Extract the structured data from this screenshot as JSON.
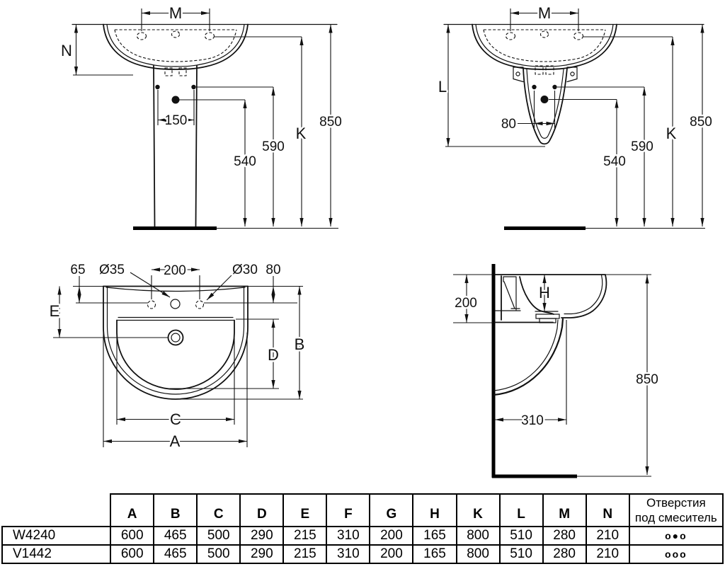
{
  "drawing": {
    "front": {
      "m": "M",
      "n": "N",
      "d150": "150",
      "d540": "540",
      "d590": "590",
      "k": "K",
      "d850": "850"
    },
    "semi": {
      "m": "M",
      "l": "L",
      "d80": "80",
      "d540": "540",
      "d590": "590",
      "k": "K",
      "d850": "850"
    },
    "top": {
      "d65": "65",
      "dia35": "Ø35",
      "d200": "200",
      "dia30": "Ø30",
      "d80": "80",
      "e": "E",
      "b": "B",
      "d": "D",
      "c": "C",
      "a": "A"
    },
    "profile": {
      "d200": "200",
      "h": "H",
      "d850": "850",
      "d310": "310"
    }
  },
  "table": {
    "col_headers": [
      "A",
      "B",
      "C",
      "D",
      "E",
      "F",
      "G",
      "H",
      "K",
      "L",
      "M",
      "N"
    ],
    "holes_header_line1": "Отверстия",
    "holes_header_line2": "под смеситель",
    "rows": [
      {
        "model": "W4240",
        "values": [
          "600",
          "465",
          "500",
          "290",
          "215",
          "310",
          "200",
          "165",
          "800",
          "510",
          "280",
          "210"
        ],
        "holes": "o●o"
      },
      {
        "model": "V1442",
        "values": [
          "600",
          "465",
          "500",
          "290",
          "215",
          "310",
          "200",
          "165",
          "800",
          "510",
          "280",
          "210"
        ],
        "holes": "ooo"
      }
    ]
  }
}
